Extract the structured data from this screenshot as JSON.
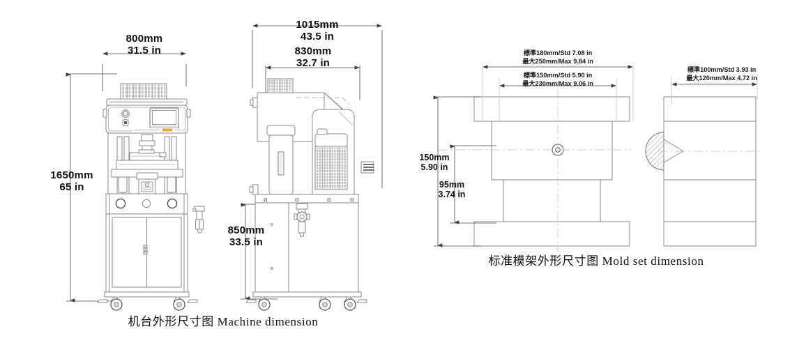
{
  "document": {
    "title": "Machine and Mold Set Dimension Drawing",
    "background_color": "#ffffff",
    "line_color": "#8c8c8c",
    "dim_line_color": "#4a4a4a",
    "text_color": "#1b1b1b"
  },
  "machine_view": {
    "caption": "机台外形尺寸图 Machine dimension",
    "front": {
      "width_mm": "800mm",
      "width_in": "31.5 in",
      "height_mm": "1650mm",
      "height_in": "65 in"
    },
    "side": {
      "overall_depth_mm": "1015mm",
      "overall_depth_in": "43.5 in",
      "body_depth_mm": "830mm",
      "body_depth_in": "32.7 in",
      "table_height_mm": "850mm",
      "table_height_in": "33.5 in"
    }
  },
  "mold_view": {
    "caption": "标准模架外形尺寸图 Mold set dimension",
    "front": {
      "upper_width_std": "標準180mm/Std 7.08 in",
      "upper_width_max": "最大250mm/Max 9.84 in",
      "lower_width_std": "標準150mm/Std 5.90 in",
      "lower_width_max": "最大230mm/Max 9.06 in",
      "overall_height_mm": "150mm",
      "overall_height_in": "5.90 in",
      "inner_height_mm": "95mm",
      "inner_height_in": "3.74 in"
    },
    "side": {
      "depth_std": "標準100mm/Std 3.93 in",
      "depth_max": "最大120mm/Max 4.72 in"
    }
  }
}
